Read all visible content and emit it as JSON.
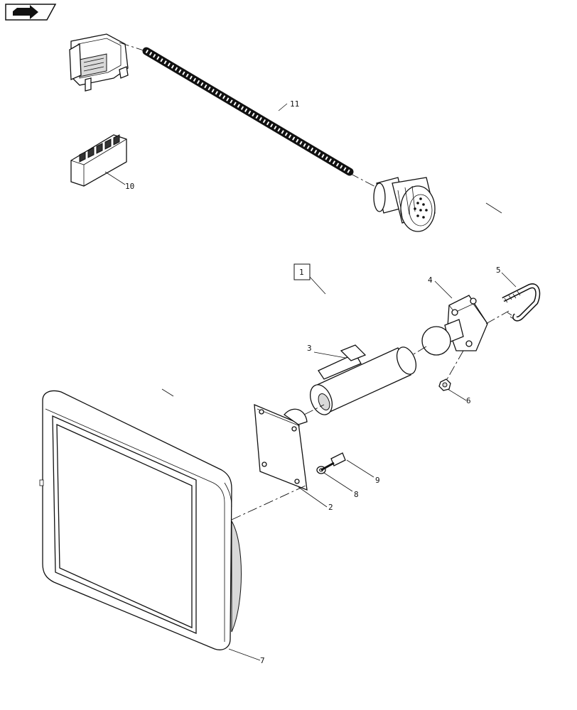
{
  "nav": {
    "icon": "forward-arrow-icon"
  },
  "callouts": {
    "c1": "1",
    "c2": "2",
    "c3": "3",
    "c4": "4",
    "c5": "5",
    "c6": "6",
    "c7": "7",
    "c8": "8",
    "c9": "9",
    "c10": "10",
    "c11": "11"
  }
}
